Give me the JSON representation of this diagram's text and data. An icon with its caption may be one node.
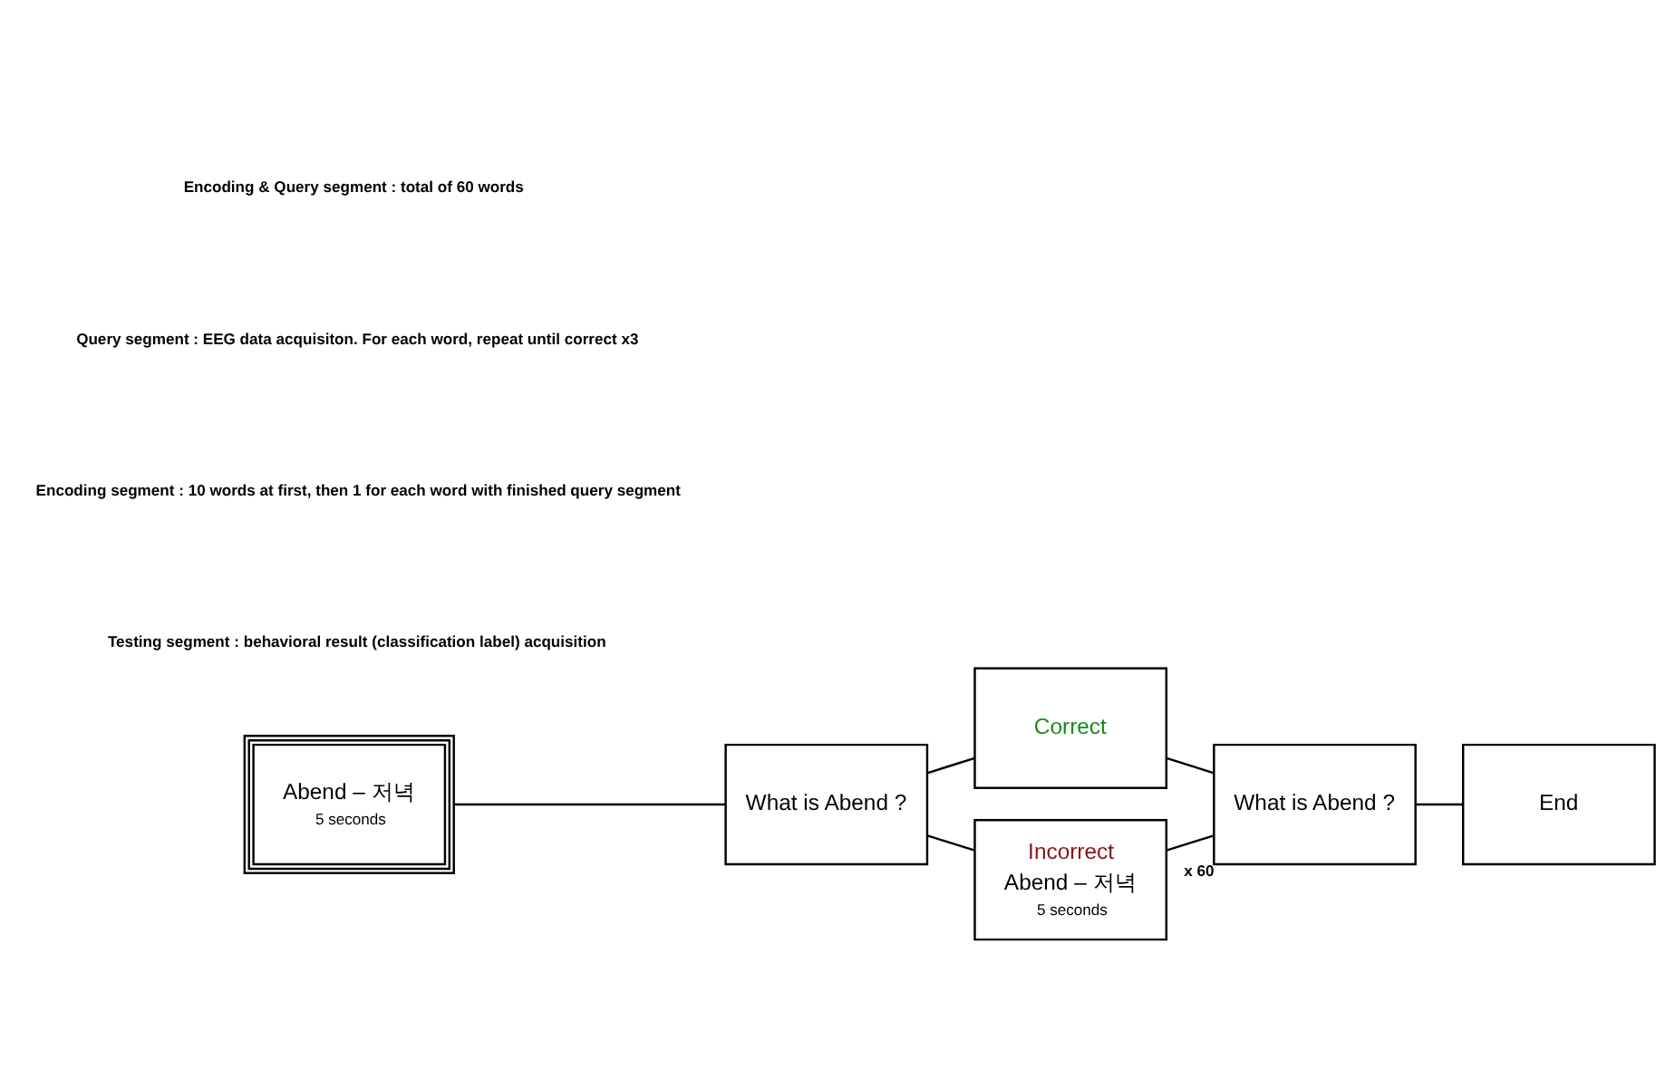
{
  "diagram": {
    "nodes": [
      {
        "text": [
          "Abend – 저녁",
          "5 seconds"
        ]
      },
      {
        "text": [
          "What is Abend ?"
        ]
      },
      {
        "text": [
          "Correct"
        ]
      },
      {
        "text": [
          "Incorrect",
          "Abend – 저녁",
          "5 seconds"
        ]
      },
      {
        "text": [
          "What is Abend ?"
        ],
        "beside": [
          "x 60"
        ]
      },
      {
        "text": [
          "End"
        ]
      }
    ],
    "edges": [
      {
        "from": 0,
        "to": 1,
        "arrow": "none"
      },
      {
        "from": 1,
        "to": 2,
        "arrow": "none"
      },
      {
        "from": 1,
        "to": 3,
        "arrow": "none"
      },
      {
        "from": 2,
        "to": 4,
        "arrow": "none"
      },
      {
        "from": 3,
        "to": 4,
        "arrow": "none"
      },
      {
        "from": 4,
        "to": 5,
        "arrow": "none"
      }
    ],
    "labels": [
      "Encoding & Query segment : total of 60 words",
      "Query segment : EEG data acquisiton. For each word, repeat until correct x3",
      "Encoding segment : 10 words at first, then 1 for each word with finished query segment",
      "Testing segment : behavioral result (classification label) acquisition"
    ]
  }
}
